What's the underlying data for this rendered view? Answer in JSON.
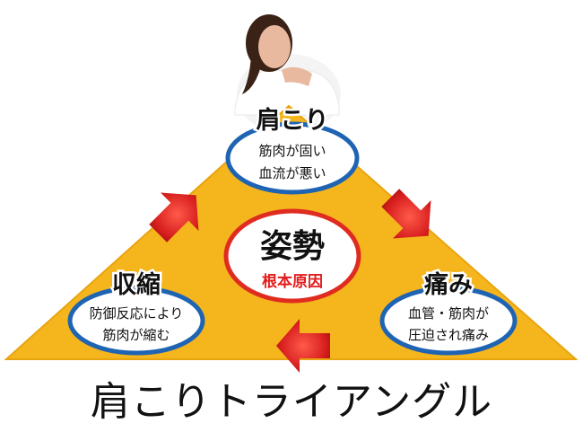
{
  "colors": {
    "triangle_fill": "#f5b51d",
    "ellipse_stroke": "#1f64b3",
    "center_stroke": "#e02b20",
    "arrow_fill": "#d71e1e",
    "subtitle_red": "#e31c1c"
  },
  "top_node": {
    "heading": "肩こり",
    "line1": "筋肉が固い",
    "line2": "血流が悪い"
  },
  "left_node": {
    "heading": "収縮",
    "line1": "防御反応により",
    "line2": "筋肉が縮む"
  },
  "right_node": {
    "heading": "痛み",
    "line1": "血管・筋肉が",
    "line2": "圧迫され痛み"
  },
  "center_node": {
    "heading": "姿勢",
    "subtitle": "根本原因"
  },
  "caption": "肩こりトライアングル",
  "icons": {
    "person": "woman-holding-shoulder-photo",
    "arrows": [
      "arrow-left-to-top",
      "arrow-top-to-right",
      "arrow-right-to-left"
    ]
  }
}
